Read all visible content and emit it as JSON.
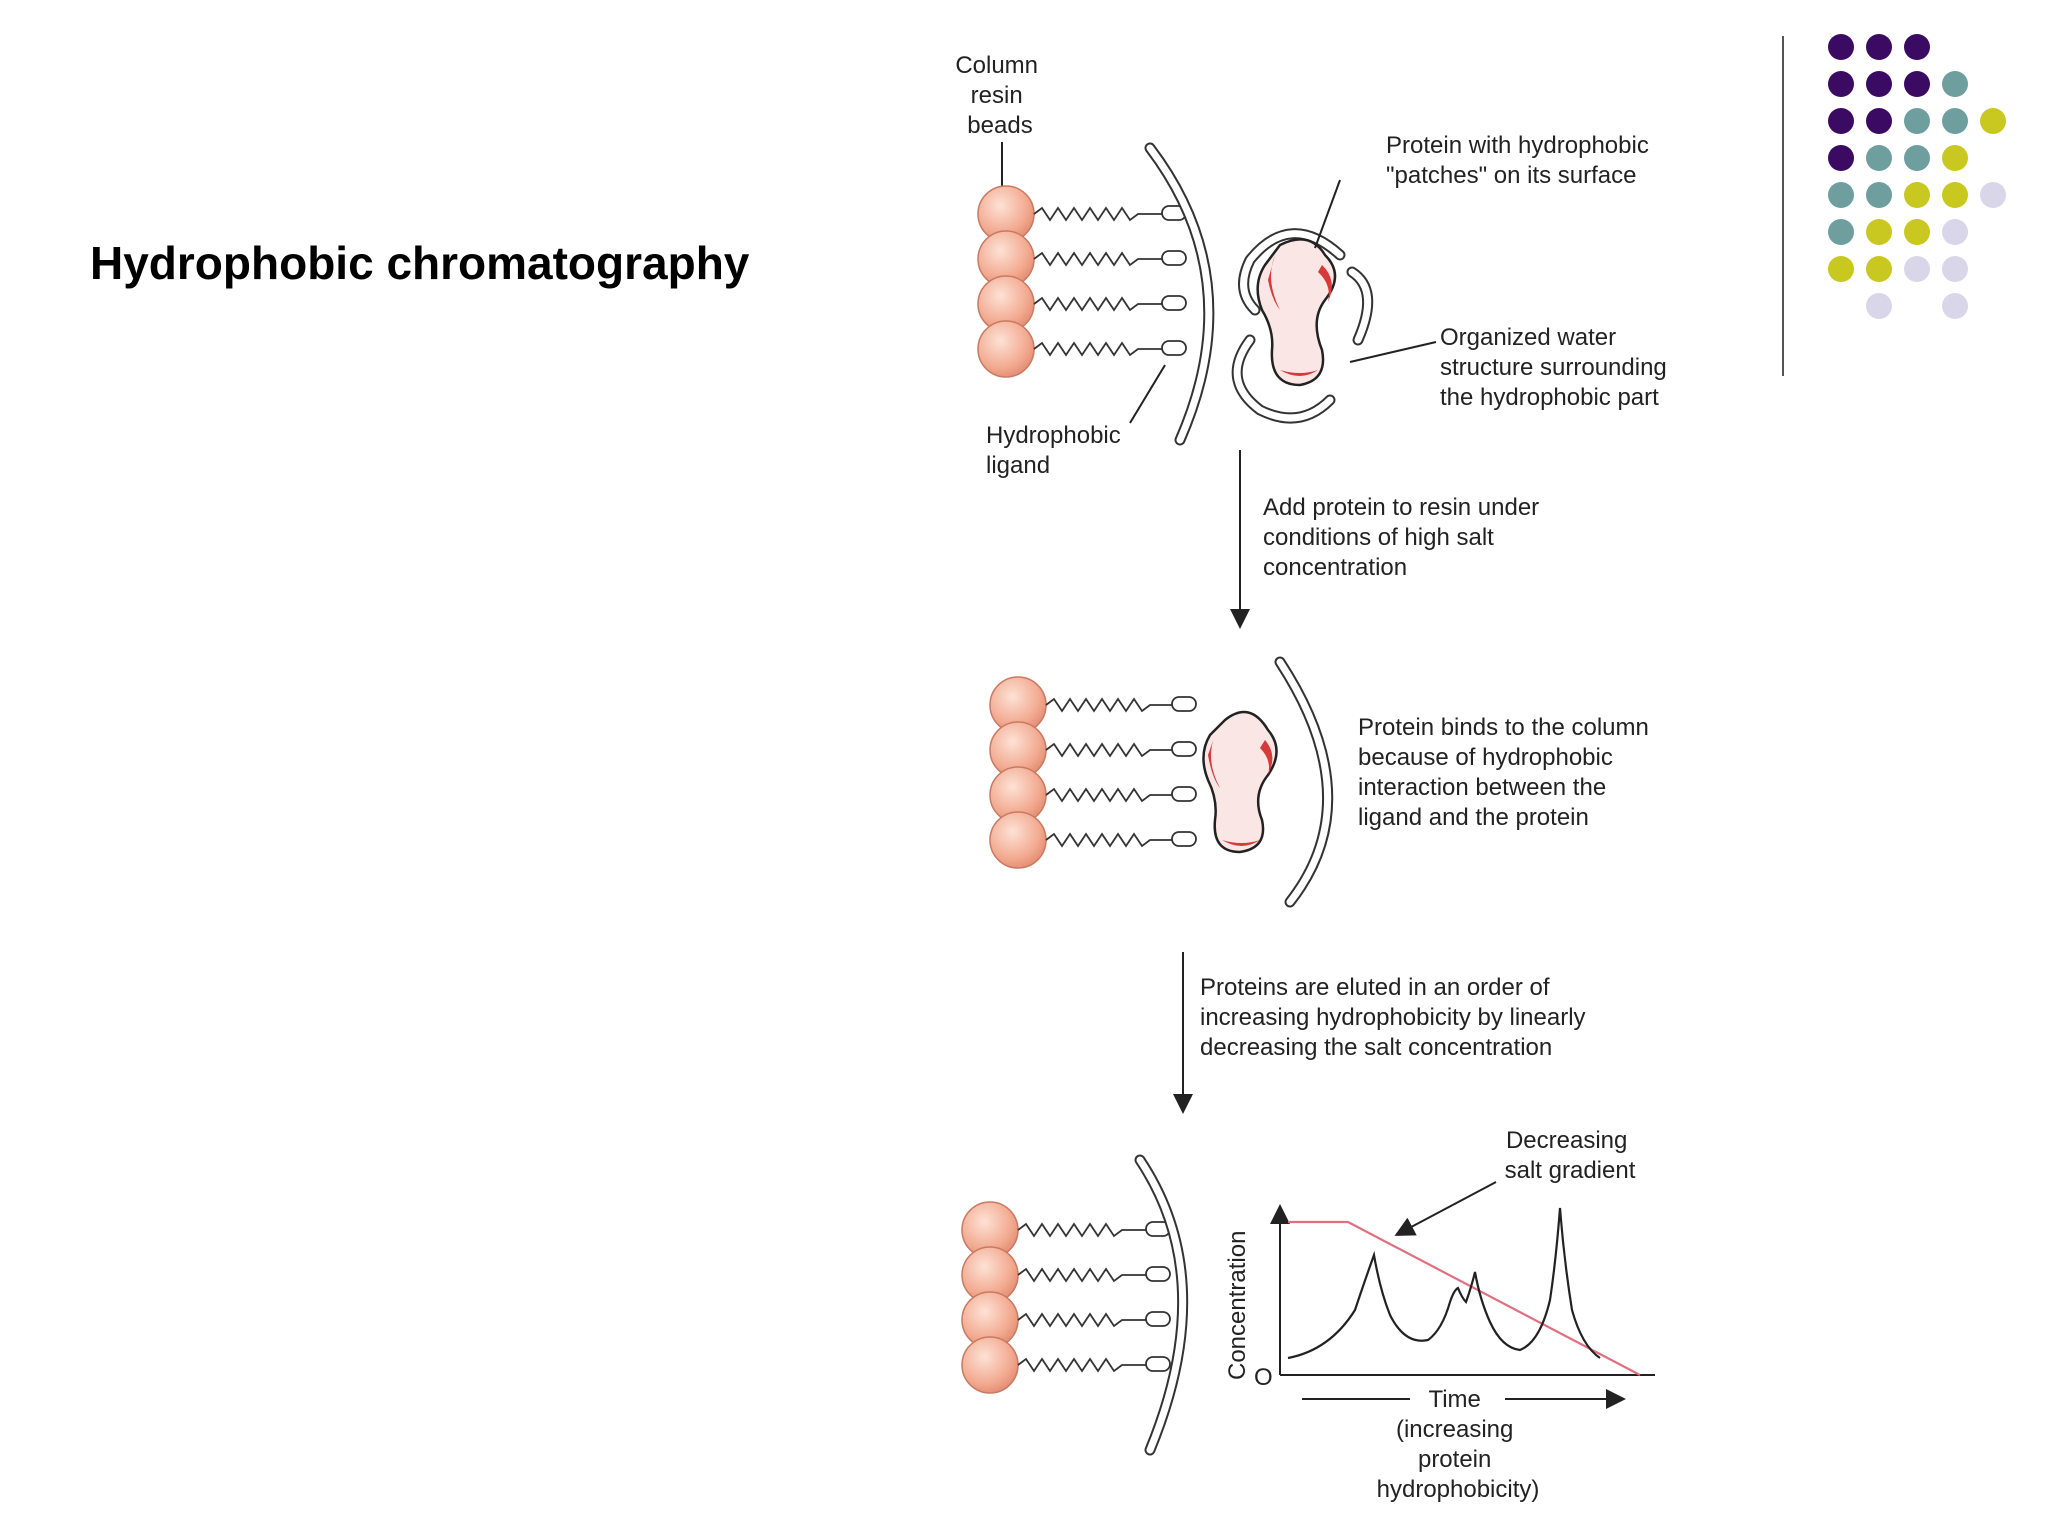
{
  "slide": {
    "title": "Hydrophobic chromatography"
  },
  "decoration": {
    "colors": {
      "purple": "#3b0a63",
      "teal": "#6f9e9e",
      "olive": "#c8c820",
      "lavender": "#d9d6ea"
    }
  },
  "figure": {
    "top": {
      "column_label": [
        "Column",
        "resin",
        "beads"
      ],
      "ligand_label": [
        "Hydrophobic",
        "ligand"
      ],
      "protein_label": [
        "Protein with hydrophobic",
        "\"patches\" on its surface"
      ],
      "water_label": [
        "Organized water",
        "structure surrounding",
        "the hydrophobic part"
      ]
    },
    "step1": [
      "Add protein to resin under",
      "conditions of high salt",
      "concentration"
    ],
    "middle": {
      "binds_label": [
        "Protein binds to the column",
        "because of hydrophobic",
        "interaction between the",
        "ligand and the protein"
      ]
    },
    "step2": [
      "Proteins are eluted in an order of",
      "increasing hydrophobicity by linearly",
      "decreasing the salt concentration"
    ],
    "bottom": {
      "gradient_label": [
        "Decreasing",
        "salt gradient"
      ],
      "y_axis": "Concentration",
      "y_zero": "O",
      "x_axis": [
        "Time",
        "(increasing",
        "protein",
        "hydrophobicity)"
      ]
    }
  }
}
